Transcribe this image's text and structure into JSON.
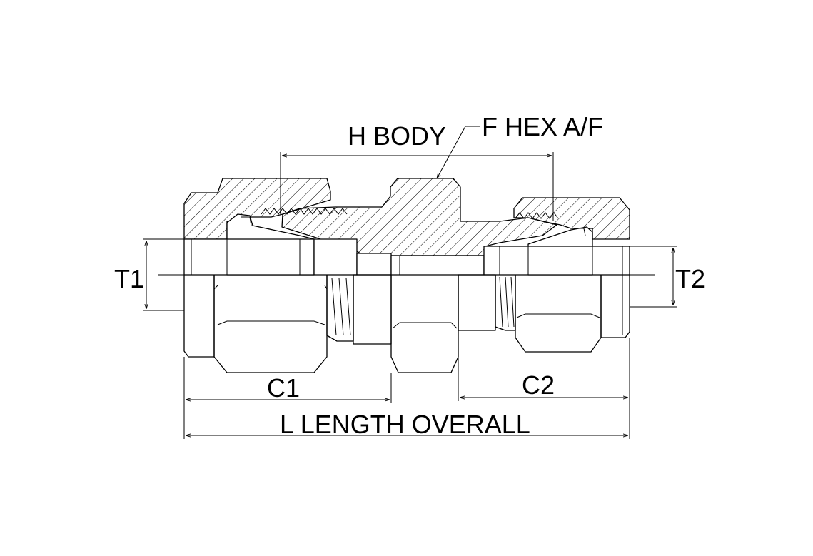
{
  "labels": {
    "h_body": "H BODY",
    "f_hex": "F HEX A/F",
    "t1": "T1",
    "t2": "T2",
    "c1": "C1",
    "c2": "C2",
    "l_overall": "L LENGTH OVERALL"
  },
  "colors": {
    "line": "#000000",
    "background": "#ffffff"
  }
}
